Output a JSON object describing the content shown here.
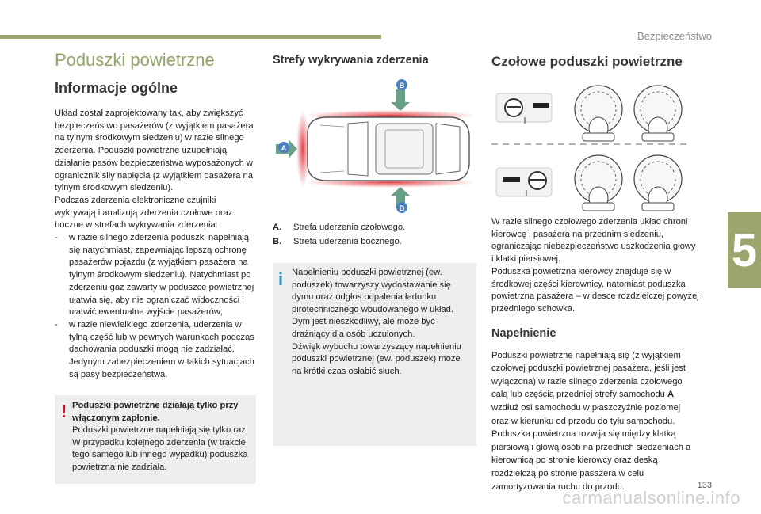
{
  "header": {
    "section": "Bezpieczeństwo"
  },
  "chapter": "5",
  "page_number": "133",
  "watermark": "carmanualsonline.info",
  "col1": {
    "title": "Poduszki powietrzne",
    "subtitle": "Informacje ogólne",
    "intro": "Układ został zaprojektowany tak, aby zwiększyć bezpieczeństwo pasażerów (z wyjątkiem pasażera na tylnym środkowym siedzeniu) w razie silnego zderzenia. Poduszki powietrzne uzupełniają działanie pasów bezpieczeństwa wyposażonych w ogranicznik siły napięcia (z wyjątkiem pasażera na tylnym środkowym siedzeniu).",
    "intro2": "Podczas zderzenia elektroniczne czujniki wykrywają i analizują zderzenia czołowe oraz boczne w strefach wykrywania zderzenia:",
    "bullets": [
      {
        "dash": "-",
        "text": "w razie silnego zderzenia poduszki napełniają się natychmiast, zapewniając lepszą ochronę pasażerów pojazdu (z wyjątkiem pasażera na tylnym środkowym siedzeniu). Natychmiast po zderzeniu gaz zawarty w poduszce powietrznej ułatwia się, aby nie ograniczać widoczności i ułatwić ewentualne wyjście pasażerów;"
      },
      {
        "dash": "-",
        "text": "w razie niewielkiego zderzenia, uderzenia w tylną część lub w pewnych warunkach podczas dachowania poduszki mogą nie zadziałać. Jedynym zabezpieczeniem w takich sytuacjach są pasy bezpieczeństwa."
      }
    ],
    "warning": {
      "mark": "!",
      "bold": "Poduszki powietrzne działają tylko przy włączonym zapłonie.",
      "text": "Poduszki powietrzne napełniają się tylko raz. W przypadku kolejnego zderzenia (w trakcie tego samego lub innego wypadku) poduszka powietrzna nie zadziała."
    }
  },
  "col2": {
    "title": "Strefy wykrywania zderzenia",
    "figure": {
      "label_a": "A",
      "label_b_top": "B",
      "label_b_bottom": "B",
      "zone_color": "#e0303a",
      "arrow_color": "#6aa088",
      "badge_color": "#4b7fc0"
    },
    "legend": [
      {
        "key": "A.",
        "text": "Strefa uderzenia czołowego."
      },
      {
        "key": "B.",
        "text": "Strefa uderzenia bocznego."
      }
    ],
    "info": {
      "mark": "i",
      "text1": "Napełnieniu poduszki powietrznej (ew. poduszek) towarzyszy wydostawanie się dymu oraz odgłos odpalenia ładunku pirotechnicznego wbudowanego w układ. Dym jest nieszkodliwy, ale może być drażniący dla osób uczulonych.",
      "text2": "Dźwięk wybuchu towarzyszący napełnieniu poduszki powietrznej (ew. poduszek) może na krótki czas osłabić słuch."
    }
  },
  "col3": {
    "title": "Czołowe poduszki powietrzne",
    "para1": "W razie silnego czołowego zderzenia układ chroni kierowcę i pasażera na przednim siedzeniu, ograniczając niebezpieczeństwo uszkodzenia głowy i klatki piersiowej.",
    "para2": "Poduszka powietrzna kierowcy znajduje się w środkowej części kierownicy, natomiast poduszka powietrzna pasażera – w desce rozdzielczej powyżej przedniego schowka.",
    "subheading": "Napełnienie",
    "para3_before": "Poduszki powietrzne napełniają się (z wyjątkiem czołowej poduszki powietrznej pasażera, jeśli jest wyłączona) w razie silnego zderzenia czołowego całą lub częścią przedniej strefy samochodu ",
    "para3_bold": "A",
    "para3_after": " wzdłuż osi samochodu w płaszczyźnie poziomej oraz w kierunku od przodu do tyłu samochodu. Poduszka powietrzna rozwija się między klatką piersiową i głową osób na przednich siedzeniach a kierownicą po stronie kierowcy oraz deską rozdzielczą po stronie pasażera w celu zamortyzowania ruchu do przodu."
  }
}
